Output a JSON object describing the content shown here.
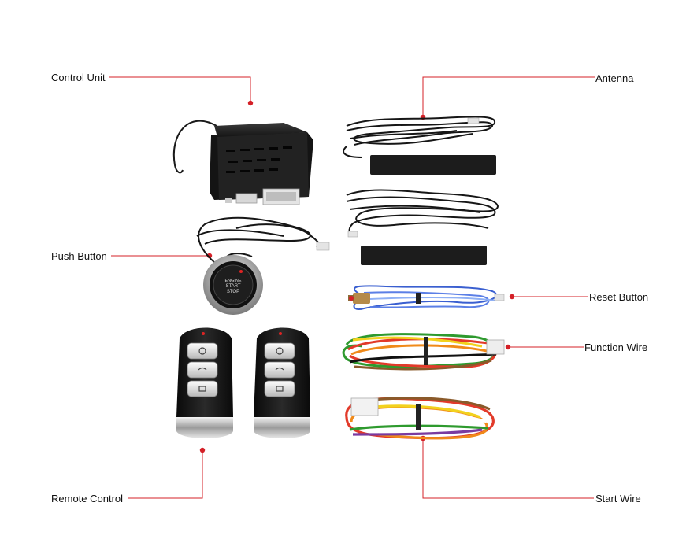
{
  "labels": {
    "control_unit": "Control Unit",
    "antenna": "Antenna",
    "push_button": "Push Button",
    "reset_button": "Reset Button",
    "function_wire": "Function Wire",
    "remote_control": "Remote Control",
    "start_wire": "Start Wire"
  },
  "button_text": [
    "ENGINE",
    "START",
    "STOP"
  ],
  "colors": {
    "leader_line": "#d42027",
    "dot": "#d42027"
  }
}
